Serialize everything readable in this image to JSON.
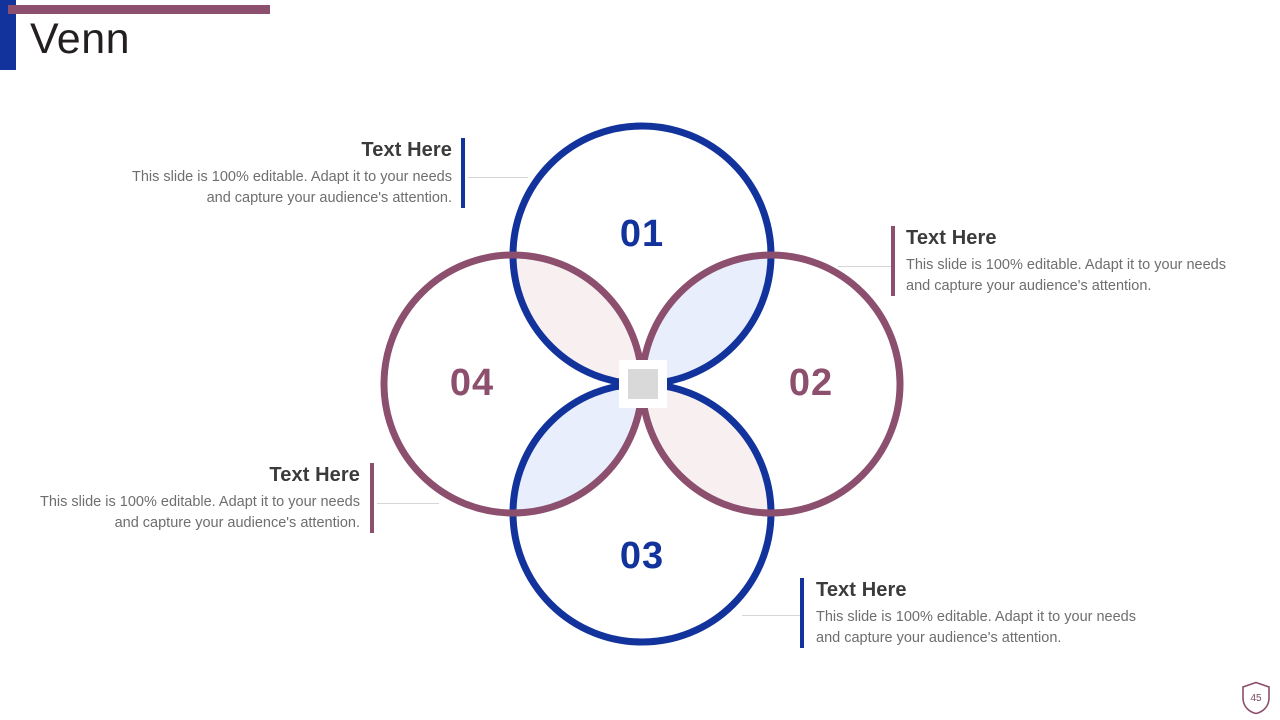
{
  "header": {
    "title": "Venn",
    "accent_blue": "#12339b",
    "accent_purple": "#8c4f6d"
  },
  "venn": {
    "numbers": [
      {
        "id": "01",
        "label": "01",
        "color": "#12339b",
        "position": "top"
      },
      {
        "id": "02",
        "label": "02",
        "color": "#8c4f6d",
        "position": "right"
      },
      {
        "id": "03",
        "label": "03",
        "color": "#12339b",
        "position": "bottom"
      },
      {
        "id": "04",
        "label": "04",
        "color": "#8c4f6d",
        "position": "left"
      }
    ],
    "circle_colors": {
      "blue_stroke": "#12339b",
      "purple_stroke": "#8c4f6d",
      "blue_tint_fill": "#e8eefb",
      "pink_tint_fill": "#f8eff1"
    },
    "center_tile": {
      "outer_color": "#ffffff",
      "inner_color": "#d9d9d9"
    }
  },
  "callouts": [
    {
      "id": "01",
      "title": "Text Here",
      "body": "This slide is 100% editable. Adapt it to your needs and capture your audience's attention.",
      "accent_color": "#12339b",
      "accent_side": "right"
    },
    {
      "id": "02",
      "title": "Text Here",
      "body": "This slide is 100% editable. Adapt it to your needs and capture your audience's attention.",
      "accent_color": "#8c4f6d",
      "accent_side": "left"
    },
    {
      "id": "03",
      "title": "Text Here",
      "body": "This slide is 100% editable. Adapt it to your needs and capture your audience's attention.",
      "accent_color": "#8c4f6d",
      "accent_side": "right"
    },
    {
      "id": "04",
      "title": "Text Here",
      "body": "This slide is 100% editable. Adapt it to your needs and capture your audience's attention.",
      "accent_color": "#12339b",
      "accent_side": "left"
    }
  ],
  "footer": {
    "page_number": "45",
    "badge_shape": "shield"
  }
}
